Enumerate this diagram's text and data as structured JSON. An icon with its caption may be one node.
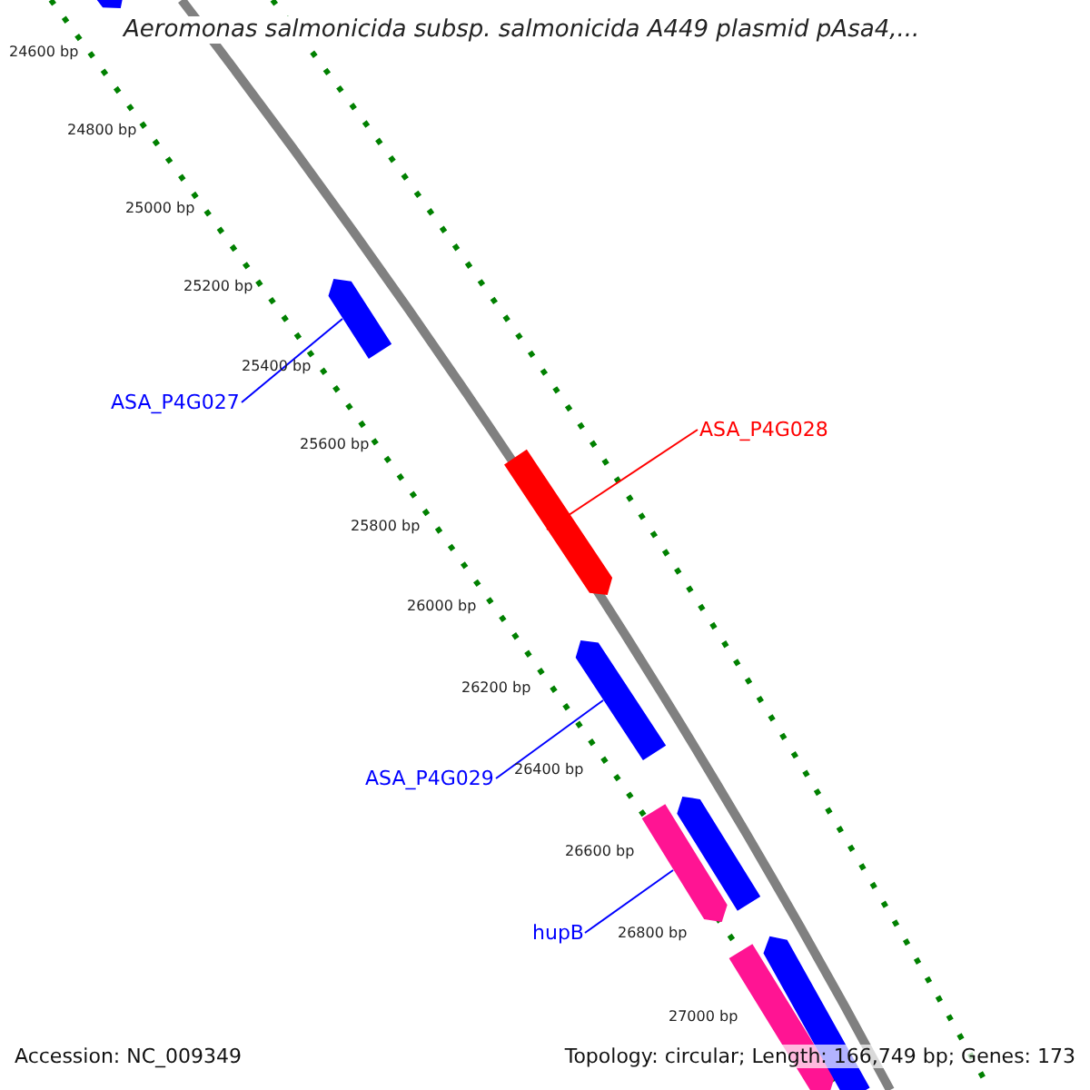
{
  "diagram": {
    "title": "Aeromonas salmonicida subsp. salmonicida A449 plasmid pAsa4,...",
    "nodes": [
      {
        "text": [],
        "shape": "bar"
      },
      {
        "text": [],
        "shape": "bar"
      },
      {
        "text": [
          "ASA_P4G027"
        ]
      },
      {
        "text": [
          "ASA_P4G028"
        ]
      },
      {
        "text": [],
        "shape": "bar"
      },
      {
        "text": [],
        "shape": "bar"
      },
      {
        "text": [
          "ASA_P4G029"
        ]
      },
      {
        "text": [],
        "shape": "bar"
      },
      {
        "text": [],
        "shape": "bar"
      },
      {
        "text": [
          "hupB"
        ]
      },
      {
        "text": [],
        "shape": "bar"
      },
      {
        "text": [],
        "shape": "bar"
      }
    ],
    "edges": [
      {
        "from": 2,
        "to": 1,
        "arrow": "none"
      },
      {
        "from": 3,
        "to": 4,
        "arrow": "none",
        "color": "#ff0000"
      },
      {
        "from": 6,
        "to": 5,
        "arrow": "none"
      },
      {
        "from": 9,
        "to": 8,
        "arrow": "none"
      }
    ],
    "labels": [
      "24600 bp",
      "24800 bp",
      "25000 bp",
      "25200 bp",
      "25400 bp",
      "25600 bp",
      "25800 bp",
      "26000 bp",
      "26200 bp",
      "26400 bp",
      "26600 bp",
      "26800 bp",
      "27000 bp",
      "Accession: NC_009349",
      "Topology: circular; Length: 166,749 bp; Genes: 173"
    ]
  }
}
